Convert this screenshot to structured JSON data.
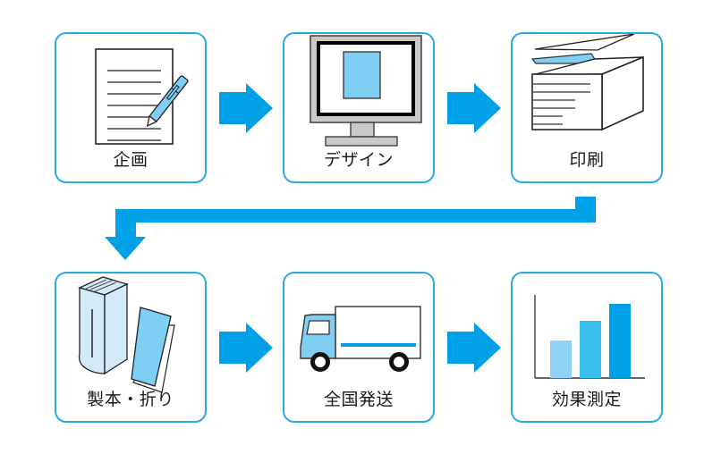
{
  "colors": {
    "border": "#29abe2",
    "arrow": "#00a0e6",
    "light_blue": "#7fcef4",
    "pale_blue": "#d3ebf9",
    "text": "#1a1a1a"
  },
  "steps": [
    {
      "label": "企画",
      "icon": "document-pen-icon"
    },
    {
      "label": "デザイン",
      "icon": "monitor-icon"
    },
    {
      "label": "印刷",
      "icon": "printer-icon"
    },
    {
      "label": "製本・折り",
      "icon": "book-fold-icon"
    },
    {
      "label": "全国発送",
      "icon": "truck-icon"
    },
    {
      "label": "効果測定",
      "icon": "bar-chart-icon"
    }
  ],
  "flow": {
    "row1_arrows": [
      "right-arrow",
      "right-arrow"
    ],
    "row_connector": "elbow-down-arrow",
    "row2_arrows": [
      "right-arrow",
      "right-arrow"
    ]
  }
}
